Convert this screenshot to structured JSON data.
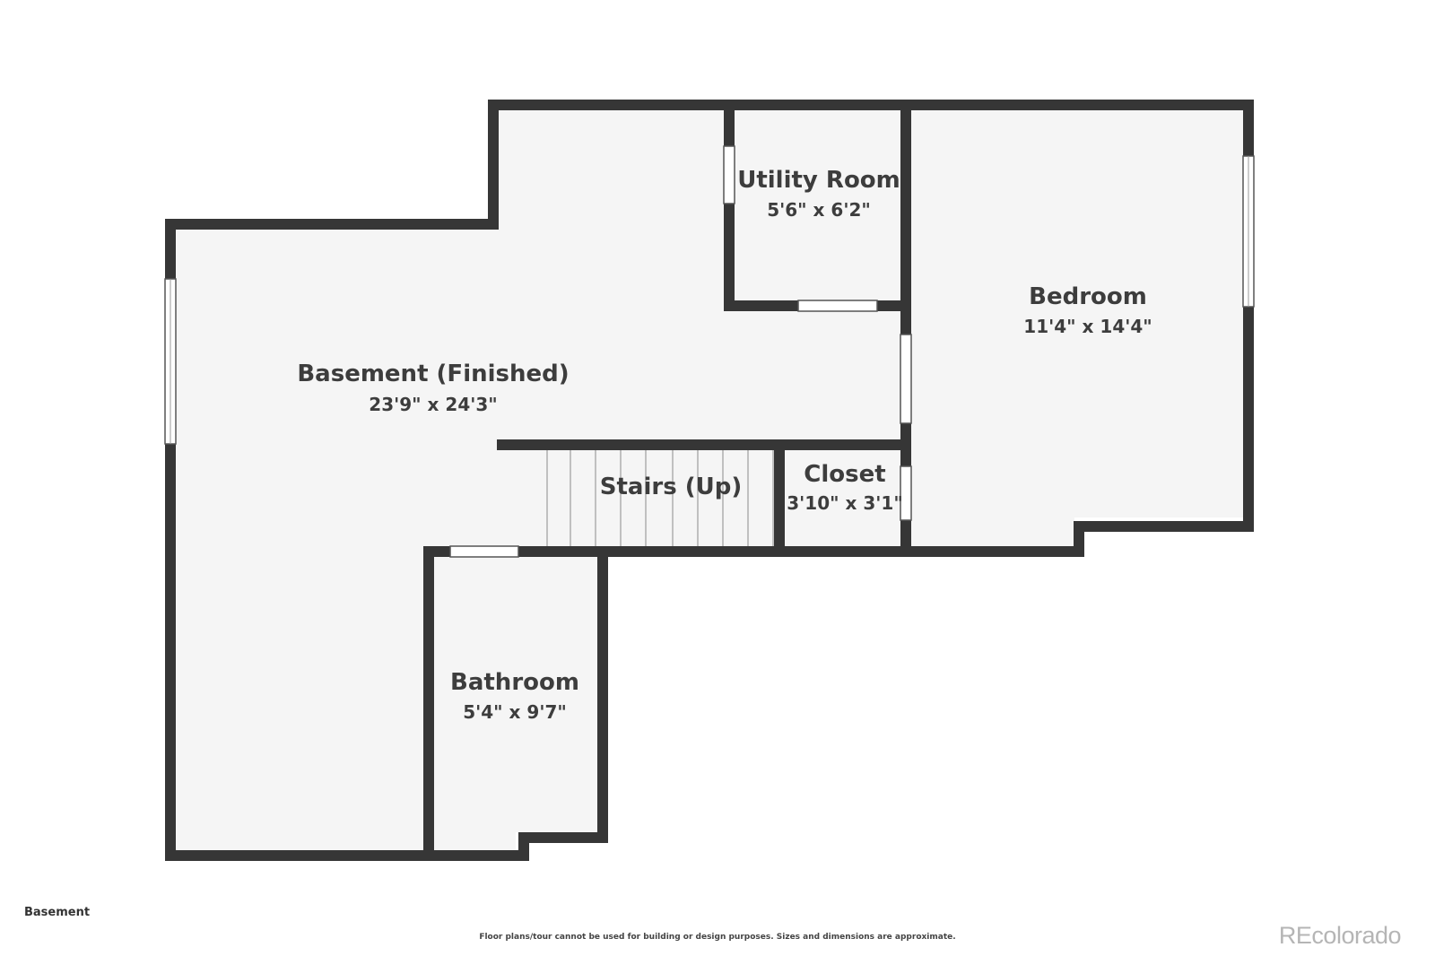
{
  "floor_label": "Basement",
  "disclaimer": "Floor plans/tour cannot be used for building or design purposes. Sizes and dimensions are approximate.",
  "brand": "REcolorado",
  "rooms": {
    "basement": {
      "name": "Basement (Finished)",
      "dims": "23'9\" x 24'3\""
    },
    "utility": {
      "name": "Utility Room",
      "dims": "5'6\" x 6'2\""
    },
    "bedroom": {
      "name": "Bedroom",
      "dims": "11'4\" x 14'4\""
    },
    "stairs": {
      "name": "Stairs (Up)"
    },
    "closet": {
      "name": "Closet",
      "dims": "3'10\" x 3'1\""
    },
    "bathroom": {
      "name": "Bathroom",
      "dims": "5'4\" x 9'7\""
    }
  },
  "colors": {
    "wall": "#363636",
    "floor": "#f5f5f5",
    "text": "#3d3d3d",
    "brand": "#b5b5b5"
  }
}
